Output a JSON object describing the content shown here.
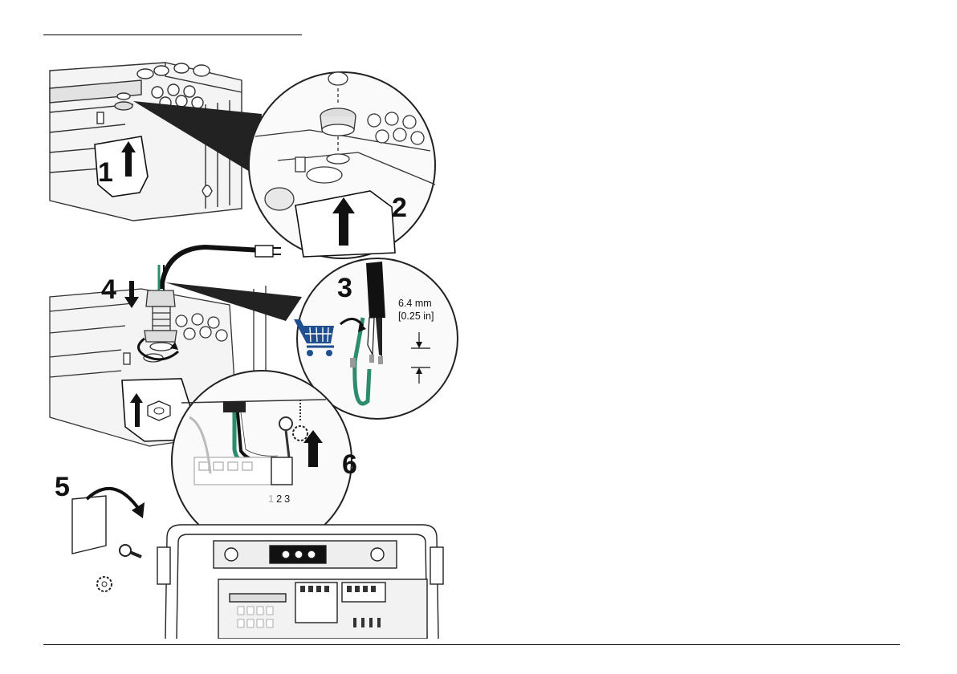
{
  "steps": {
    "s1": "1",
    "s2": "2",
    "s3": "3",
    "s4": "4",
    "s5": "5",
    "s6": "6"
  },
  "dimension": {
    "metric": "6.4 mm",
    "imperial": "[0.25 in]"
  },
  "terminals": {
    "t1": "1",
    "t2": "2",
    "t3": "3"
  },
  "icons": {
    "cart": "shopping-cart-icon",
    "cart_color": "#1f4f8f",
    "ground_wire_color": "#2e8b6e"
  }
}
